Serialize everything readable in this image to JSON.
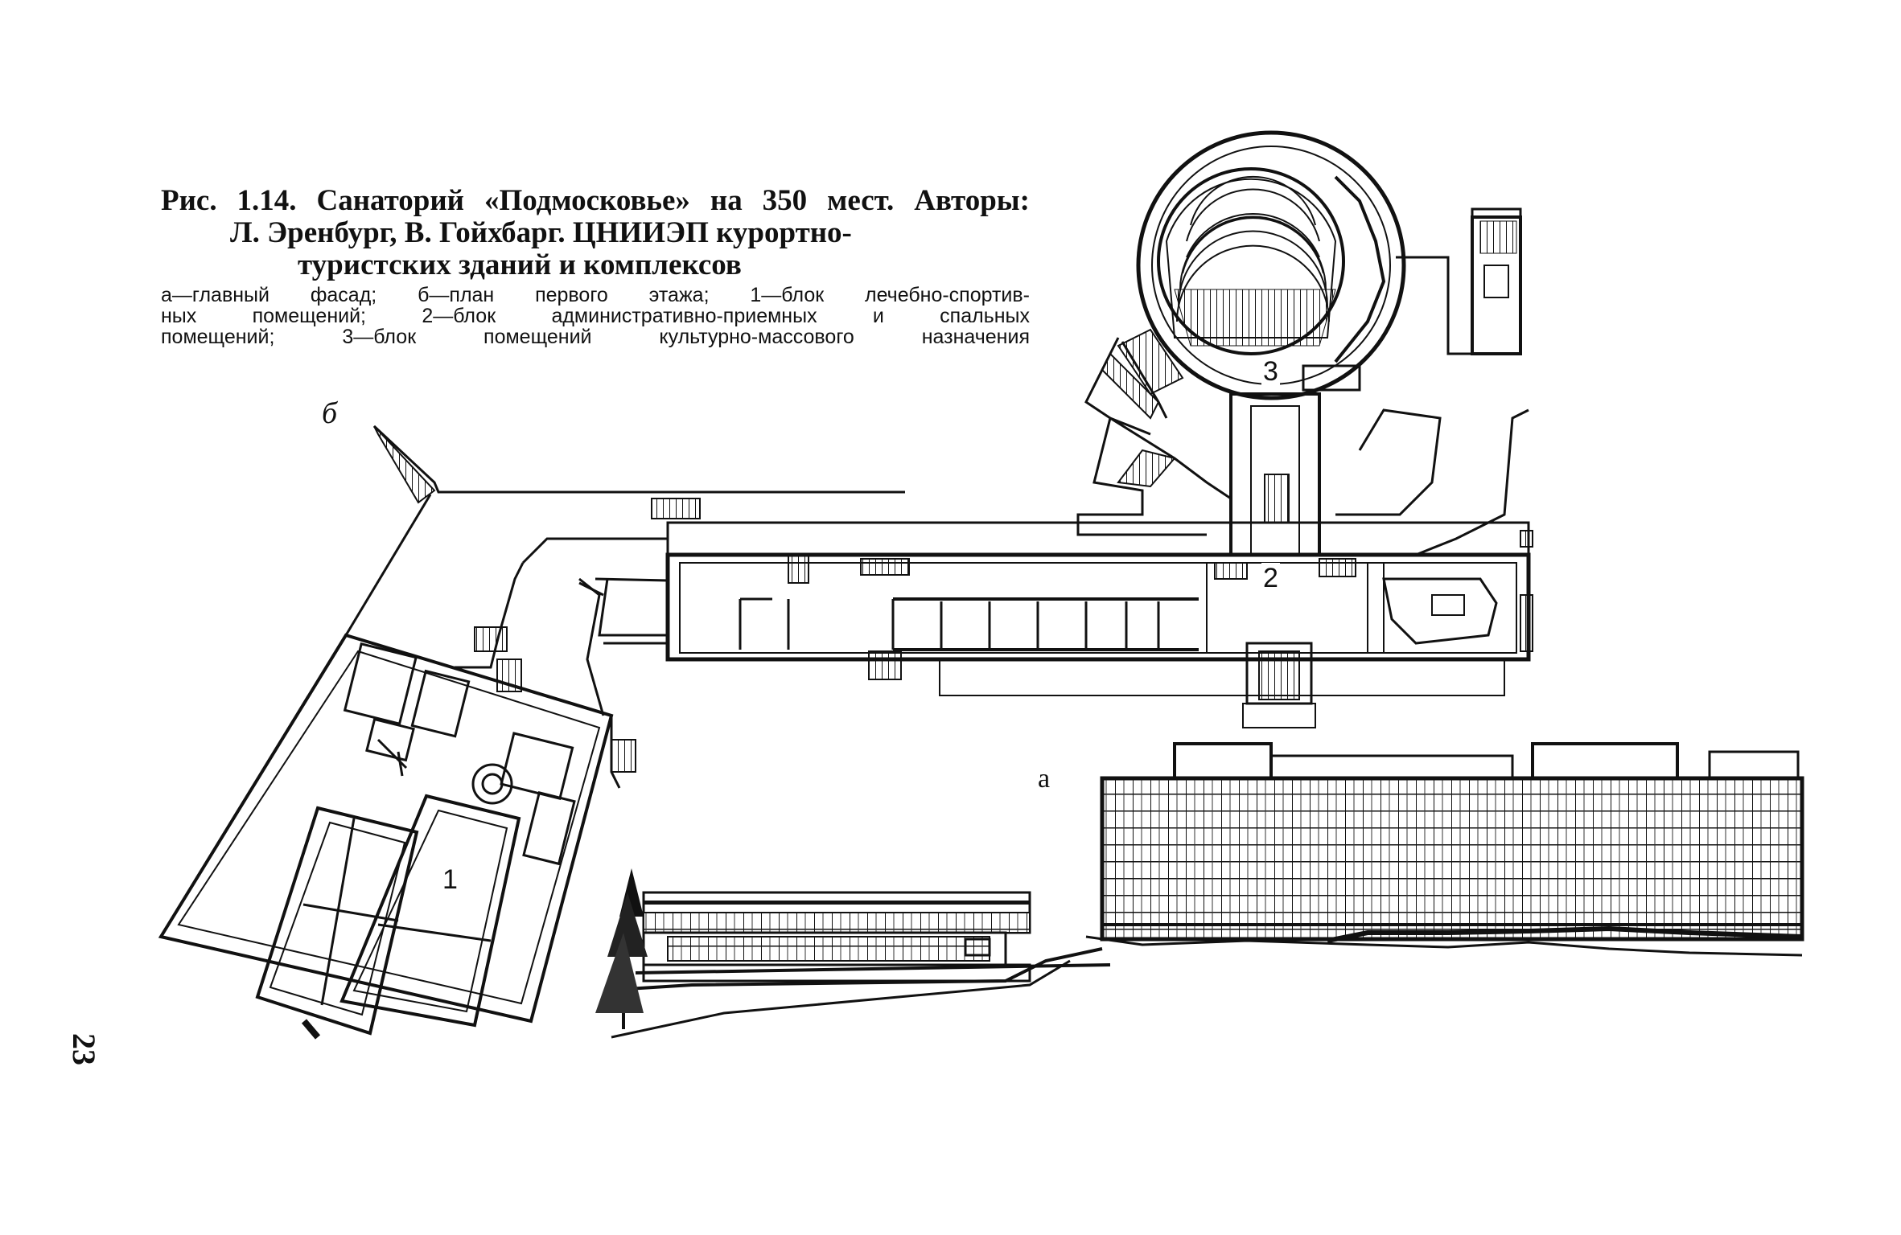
{
  "figure": {
    "title_lines": [
      "Рис. 1.14. Санаторий «Подмосковье» на 350 мест. Авторы:",
      "Л. Эренбург, В. Гойхбарг. ЦНИИЭП курортно-",
      "туристских зданий и комплексов"
    ],
    "legend_lines": [
      "а—главный фасад; б—план первого этажа; 1—блок лечебно-спортив-",
      "ных помещений; 2—блок административно-приемных и спальных",
      "помещений; 3—блок помещений культурно-массового назначения"
    ]
  },
  "labels": {
    "plan": "б",
    "facade": "а",
    "block_1": "1",
    "block_2": "2",
    "block_3": "3"
  },
  "page_number": "23",
  "colors": {
    "ink": "#111111",
    "paper": "#ffffff"
  }
}
